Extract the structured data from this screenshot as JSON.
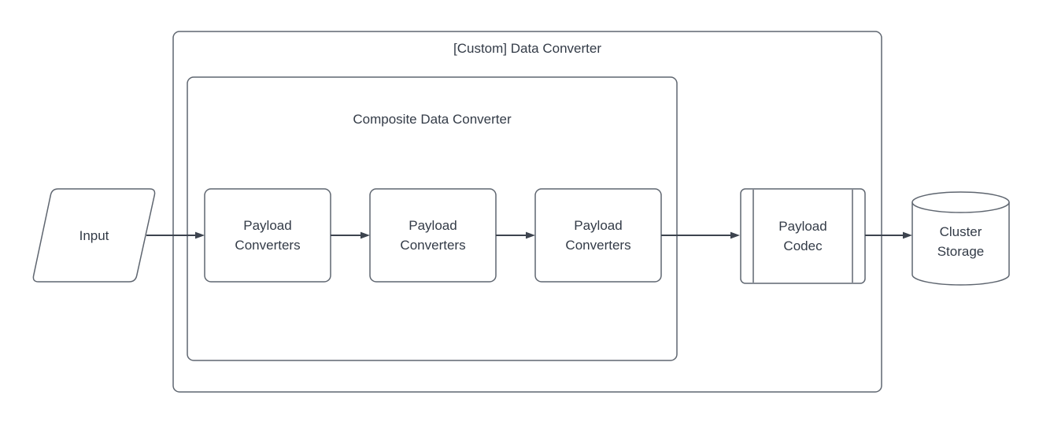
{
  "diagram": {
    "outer_container": {
      "title": "[Custom] Data Converter"
    },
    "inner_container": {
      "title": "Composite Data Converter"
    },
    "nodes": {
      "input": {
        "label": "Input",
        "shape": "parallelogram"
      },
      "payload_converter_1": {
        "label": "Payload\nConverters",
        "shape": "rounded-rectangle"
      },
      "payload_converter_2": {
        "label": "Payload\nConverters",
        "shape": "rounded-rectangle"
      },
      "payload_converter_3": {
        "label": "Payload\nConverters",
        "shape": "rounded-rectangle"
      },
      "payload_codec": {
        "label": "Payload\nCodec",
        "shape": "predefined-process"
      },
      "cluster_storage": {
        "label": "Cluster\nStorage",
        "shape": "cylinder"
      }
    },
    "edges": [
      {
        "from": "input",
        "to": "payload_converter_1"
      },
      {
        "from": "payload_converter_1",
        "to": "payload_converter_2"
      },
      {
        "from": "payload_converter_2",
        "to": "payload_converter_3"
      },
      {
        "from": "payload_converter_3",
        "to": "payload_codec"
      },
      {
        "from": "payload_codec",
        "to": "cluster_storage"
      }
    ],
    "colors": {
      "background": "#ffffff",
      "shape_stroke": "#5f6670",
      "arrow": "#3d444f",
      "text": "#333b47"
    }
  }
}
